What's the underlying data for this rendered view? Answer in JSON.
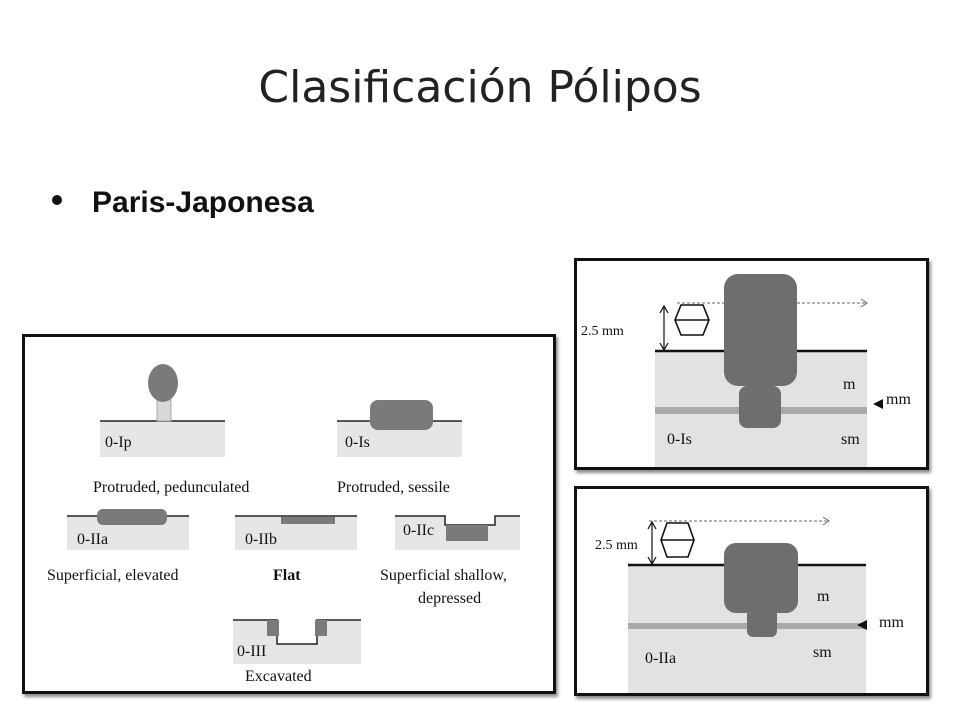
{
  "slide": {
    "title": "Clasificación Pólipos",
    "bullet": "Paris-Japonesa"
  },
  "main_figure": {
    "labels": {
      "ip": "0-Ip",
      "is": "0-Is",
      "iia": "0-IIa",
      "iib": "0-IIb",
      "iic": "0-IIc",
      "iii": "0-III"
    },
    "captions": {
      "ip": "Protruded, pedunculated",
      "is": "Protruded, sessile",
      "iia": "Superficial, elevated",
      "iib": "Flat",
      "iic_line1": "Superficial shallow,",
      "iic_line2": "depressed",
      "iii": "Excavated"
    }
  },
  "figure_is": {
    "height": "2.5 mm",
    "layer_m": "m",
    "layer_sm": "sm",
    "label": "0-Is",
    "mm_marker": "mm"
  },
  "figure_iia": {
    "height": "2.5 mm",
    "layer_m": "m",
    "layer_sm": "sm",
    "label": "0-IIa",
    "mm_marker": "mm"
  }
}
